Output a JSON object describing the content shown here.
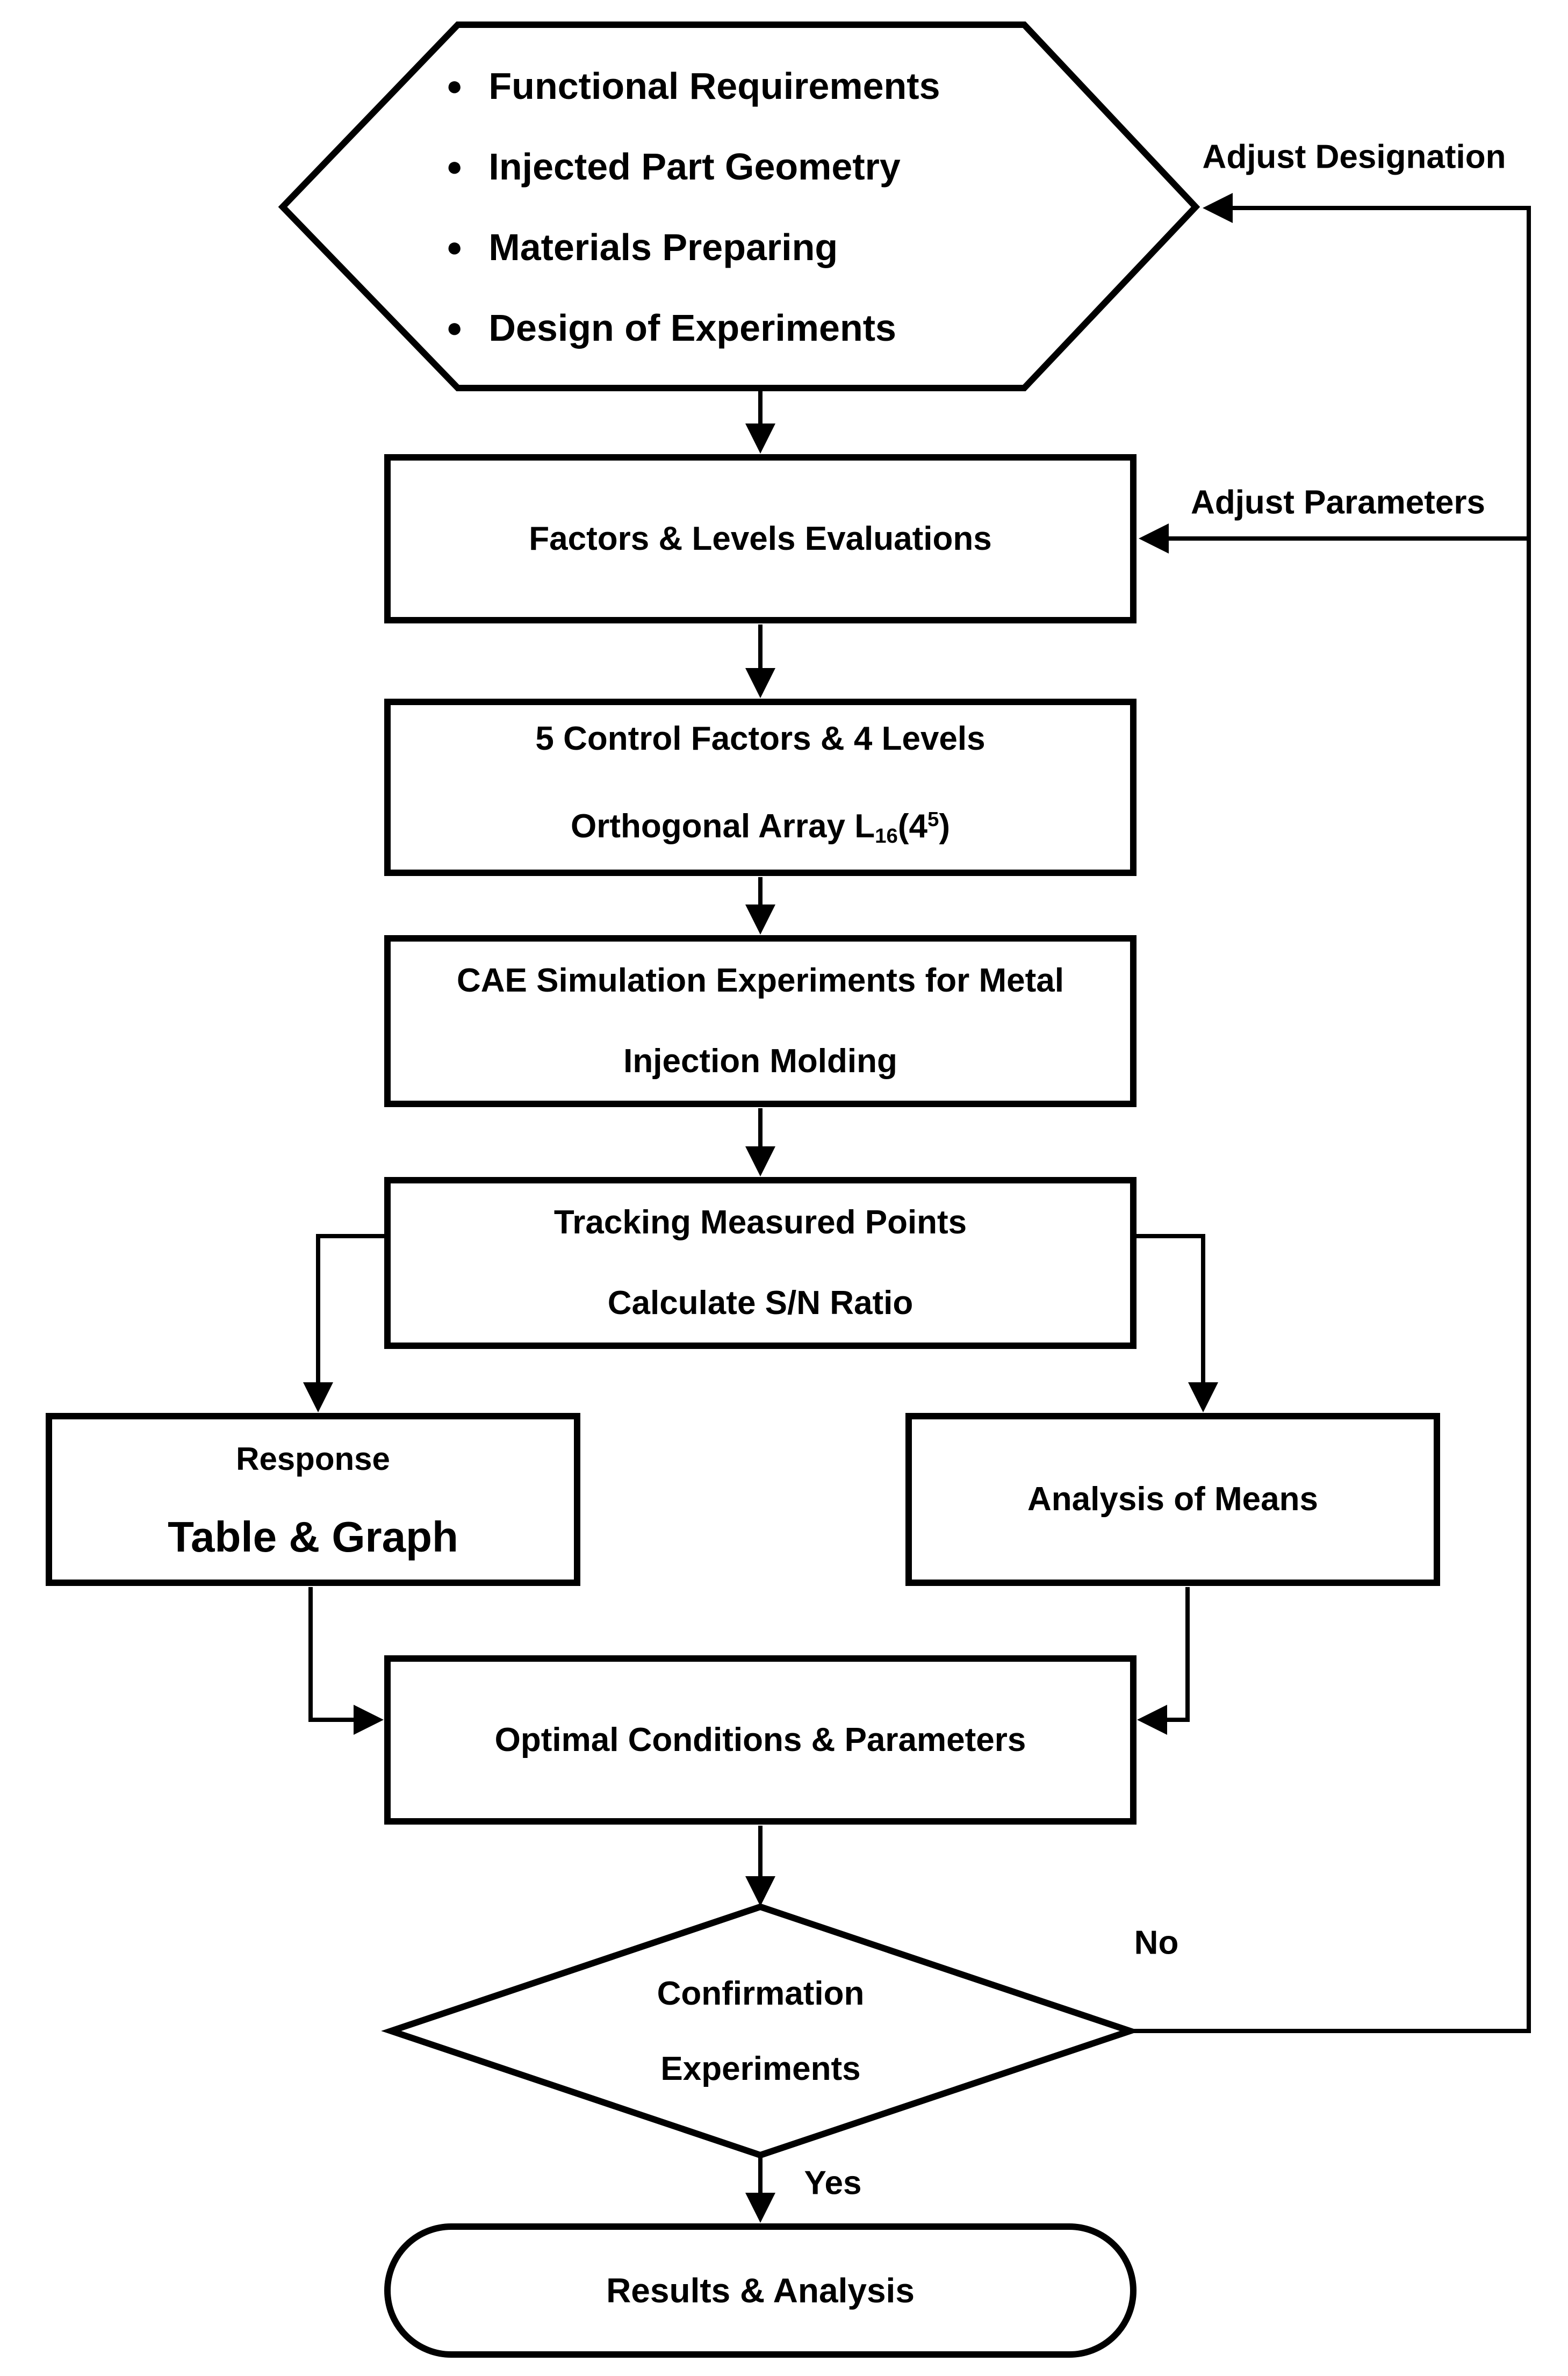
{
  "hexagon": {
    "items": [
      "Functional Requirements",
      "Injected Part Geometry",
      "Materials Preparing",
      "Design of Experiments"
    ]
  },
  "labels": {
    "adjust_designation": "Adjust Designation",
    "adjust_parameters": "Adjust Parameters",
    "no": "No",
    "yes": "Yes"
  },
  "nodes": {
    "factors": {
      "label": "Factors & Levels Evaluations"
    },
    "orthogonal": {
      "line1": "5 Control Factors & 4 Levels",
      "line2_prefix": "Orthogonal Array L",
      "line2_sub": "16",
      "line2_mid": "(4",
      "line2_sup": "5",
      "line2_suffix": ")"
    },
    "cae": {
      "line1": "CAE Simulation Experiments for Metal",
      "line2": "Injection Molding"
    },
    "tracking": {
      "line1": "Tracking Measured Points",
      "line2": "Calculate S/N Ratio"
    },
    "response": {
      "line1": "Response",
      "line2": "Table & Graph"
    },
    "anom": {
      "label": "Analysis of Means"
    },
    "optimal": {
      "label": "Optimal Conditions & Parameters"
    },
    "confirmation": {
      "line1": "Confirmation",
      "line2": "Experiments"
    },
    "results": {
      "label": "Results & Analysis"
    }
  },
  "colors": {
    "ink": "#000000",
    "background": "#ffffff"
  }
}
